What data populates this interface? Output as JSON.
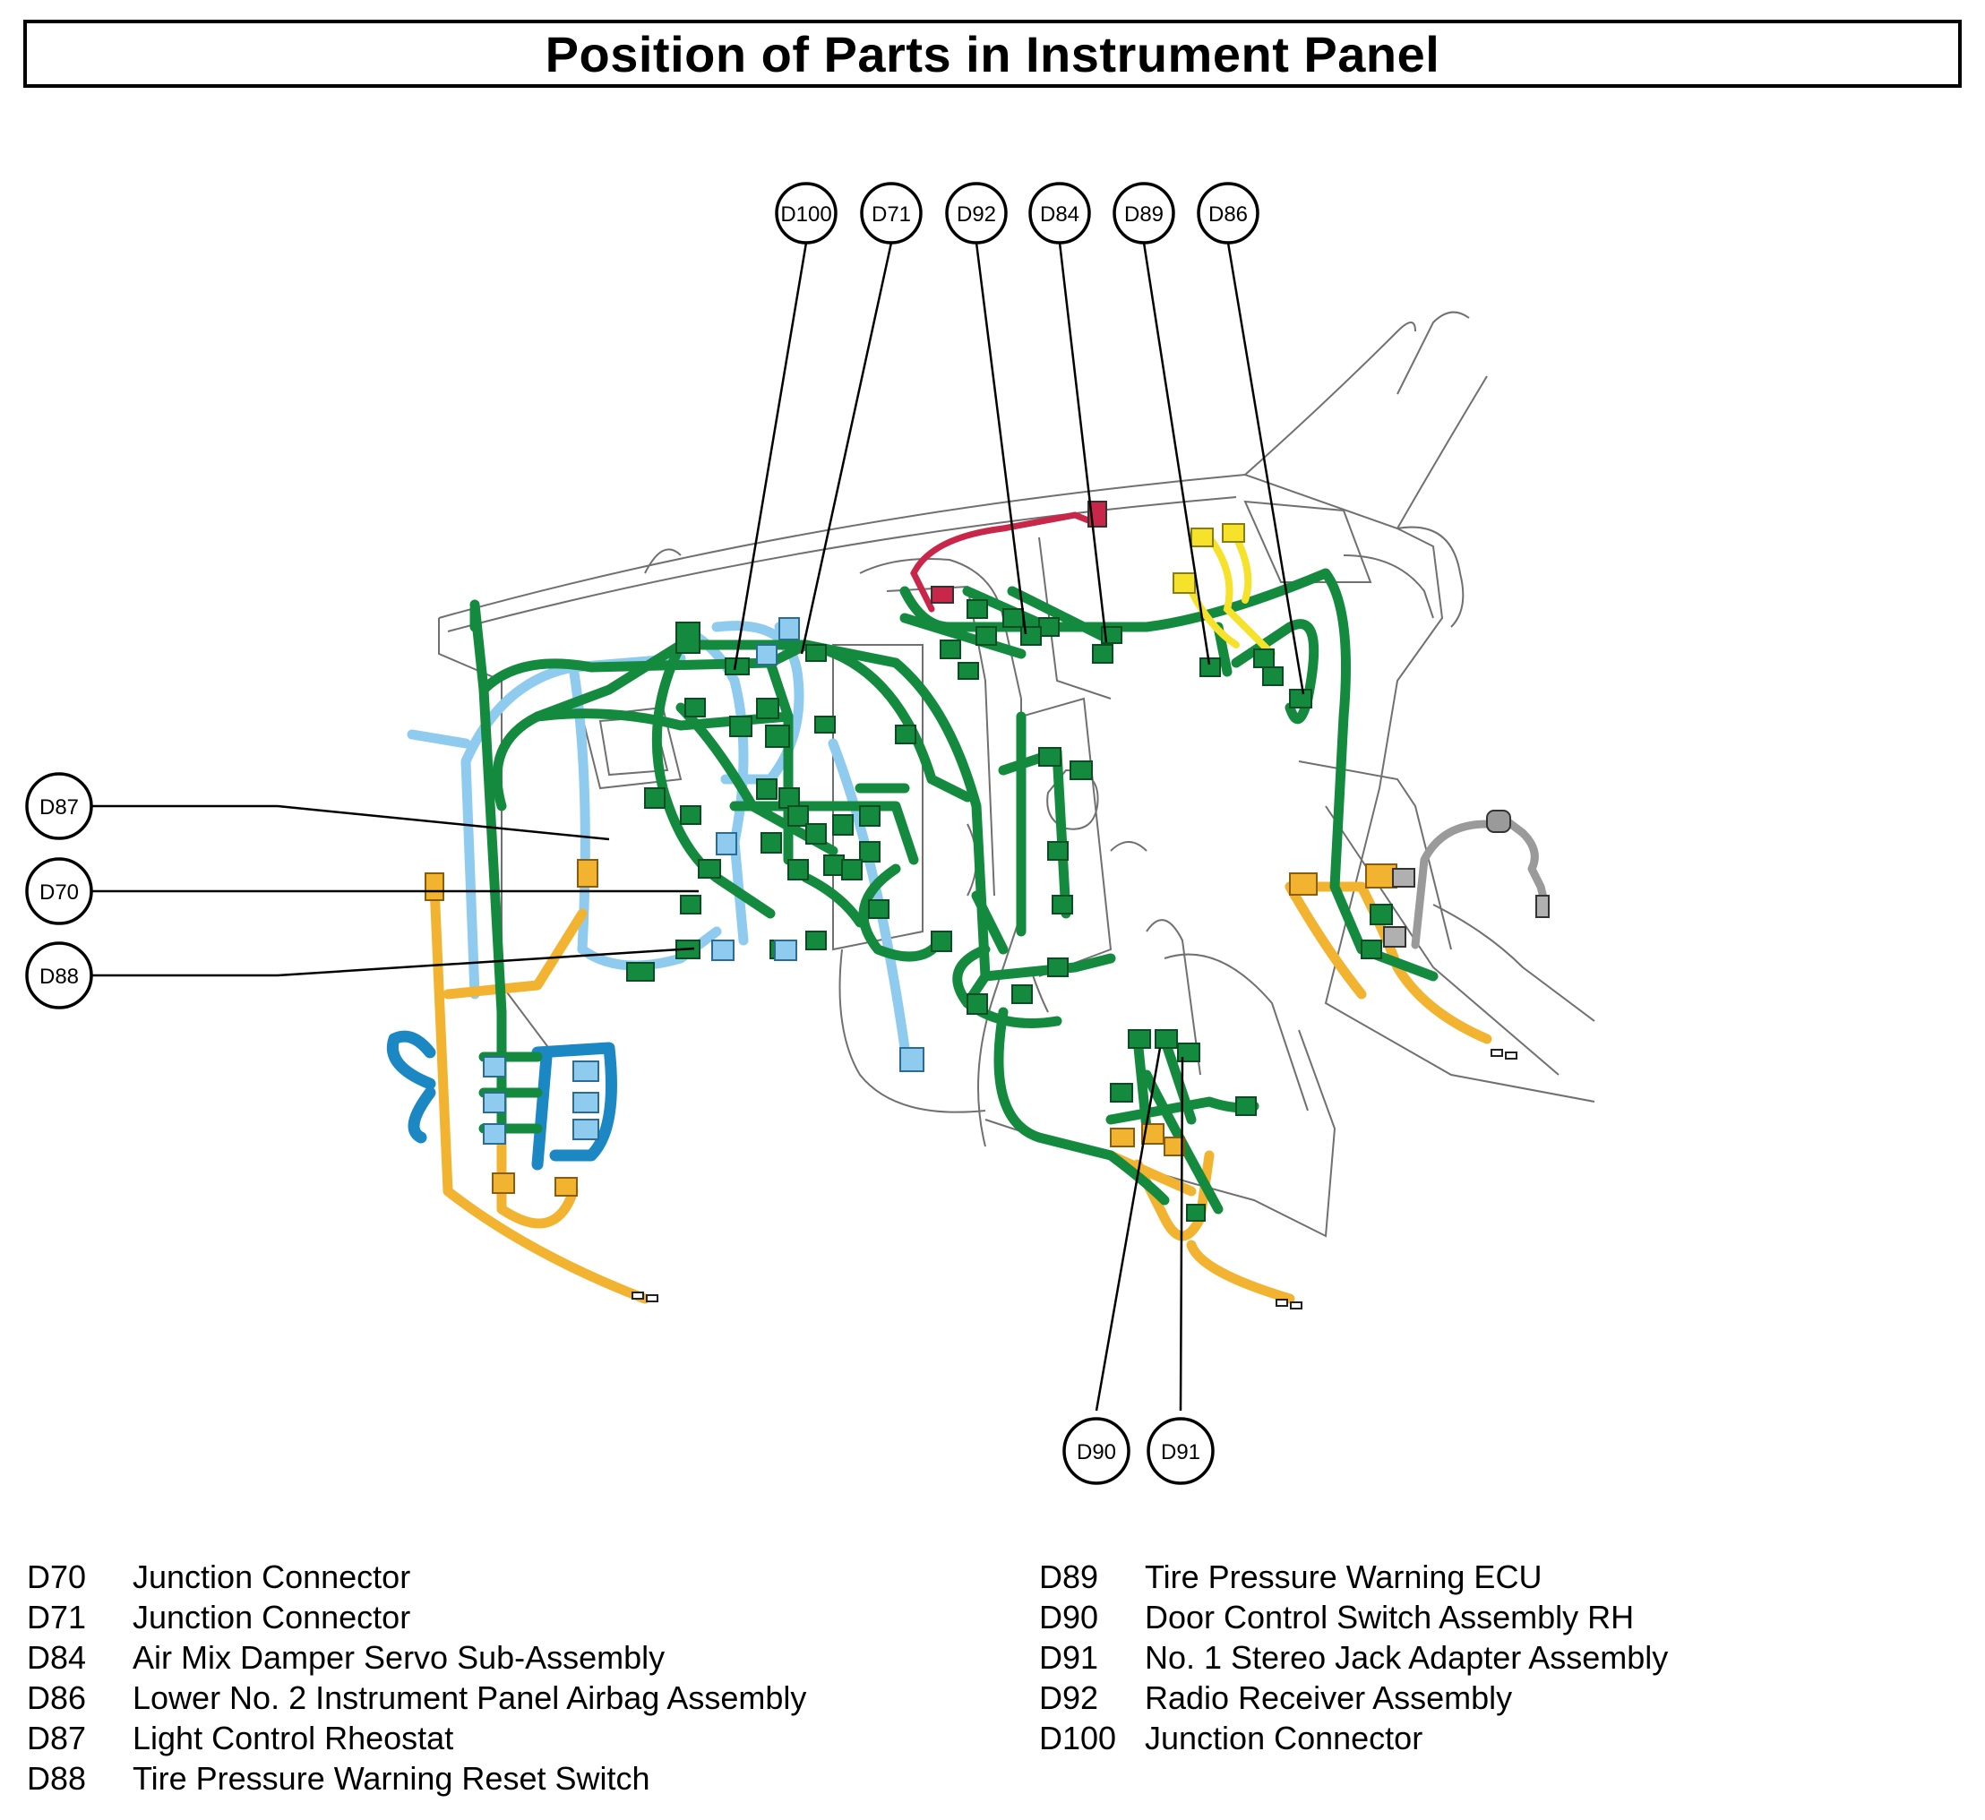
{
  "title": "Position of Parts in Instrument Panel",
  "callouts": [
    {
      "id": "D100"
    },
    {
      "id": "D71"
    },
    {
      "id": "D92"
    },
    {
      "id": "D84"
    },
    {
      "id": "D89"
    },
    {
      "id": "D86"
    },
    {
      "id": "D87"
    },
    {
      "id": "D70"
    },
    {
      "id": "D88"
    },
    {
      "id": "D90"
    },
    {
      "id": "D91"
    }
  ],
  "legend_left": [
    {
      "code": "D70",
      "name": "Junction Connector"
    },
    {
      "code": "D71",
      "name": "Junction Connector"
    },
    {
      "code": "D84",
      "name": "Air Mix Damper Servo Sub-Assembly"
    },
    {
      "code": "D86",
      "name": "Lower No. 2 Instrument Panel Airbag Assembly"
    },
    {
      "code": "D87",
      "name": "Light Control Rheostat"
    },
    {
      "code": "D88",
      "name": "Tire Pressure Warning Reset Switch"
    }
  ],
  "legend_right": [
    {
      "code": "D89",
      "name": "Tire Pressure Warning ECU"
    },
    {
      "code": "D90",
      "name": "Door Control Switch Assembly RH"
    },
    {
      "code": "D91",
      "name": "No. 1 Stereo Jack Adapter Assembly"
    },
    {
      "code": "D92",
      "name": "Radio Receiver Assembly"
    },
    {
      "code": "D100",
      "name": "Junction Connector"
    }
  ],
  "colors": {
    "harness_main": "#138a3e",
    "harness_blue": "#8ecbee",
    "harness_dark_blue": "#1b88c4",
    "harness_orange": "#f2b330",
    "harness_yellow": "#f6e12b",
    "harness_red": "#c8274a",
    "harness_gray": "#9a9a9a",
    "outline": "#6e6e6e"
  }
}
